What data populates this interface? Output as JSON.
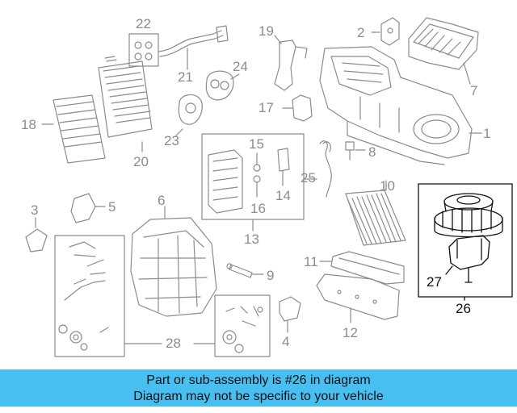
{
  "diagram": {
    "callouts": {
      "c1": "1",
      "c2": "2",
      "c3": "3",
      "c4": "4",
      "c5": "5",
      "c6": "6",
      "c7": "7",
      "c8": "8",
      "c9": "9",
      "c10": "10",
      "c11": "11",
      "c12": "12",
      "c13": "13",
      "c14": "14",
      "c15": "15",
      "c16": "16",
      "c17": "17",
      "c18": "18",
      "c19": "19",
      "c20": "20",
      "c21": "21",
      "c22": "22",
      "c23": "23",
      "c24": "24",
      "c25": "25",
      "c26": "26",
      "c27": "27",
      "c28": "28"
    },
    "highlight_part": "26",
    "colors": {
      "line": "#8c8c8c",
      "highlight": "#111111",
      "banner": "#48bff0"
    }
  },
  "banner": {
    "line1": "Part or sub-assembly is #26 in diagram",
    "line2": "Diagram may not be specific to your vehicle"
  }
}
